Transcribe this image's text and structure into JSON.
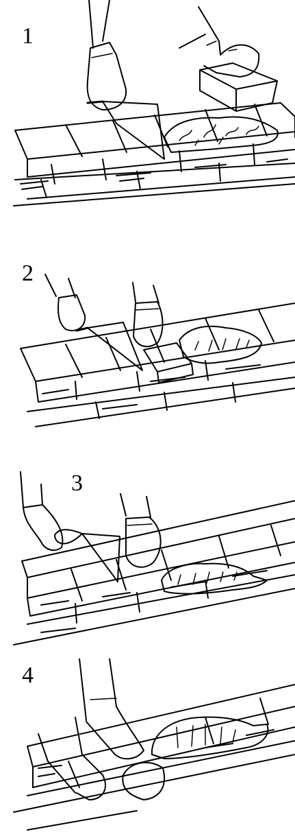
{
  "steps": [
    {
      "number": "1",
      "illustration": "trowel-spreading-mortar-on-brick-course"
    },
    {
      "number": "2",
      "illustration": "placing-brick-into-mortar-bed"
    },
    {
      "number": "3",
      "illustration": "tapping-brick-level-with-trowel"
    },
    {
      "number": "4",
      "illustration": "wiping-excess-mortar-with-cloth"
    }
  ],
  "colors": {
    "ink": "#000000",
    "paper": "#ffffff"
  }
}
